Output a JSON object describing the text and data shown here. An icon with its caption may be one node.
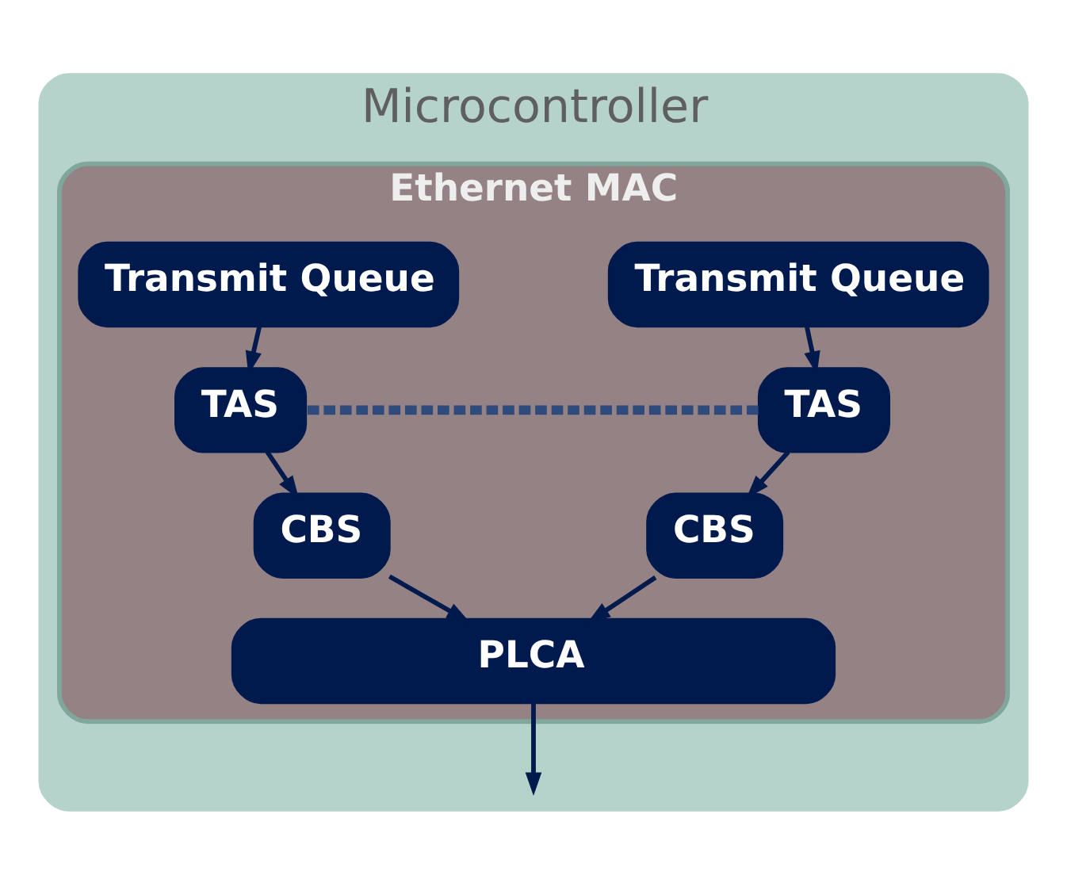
{
  "diagram": {
    "nodes": [
      {
        "text": [
          "Microcontroller"
        ]
      },
      {
        "text": [
          "Ethernet MAC"
        ],
        "in": 0
      },
      {
        "text": [
          "Transmit Queue"
        ],
        "in": 1
      },
      {
        "text": [
          "TAS"
        ],
        "in": 1
      },
      {
        "text": [
          "CBS"
        ],
        "in": 1
      },
      {
        "text": [
          "Transmit Queue"
        ],
        "in": 1
      },
      {
        "text": [
          "TAS"
        ],
        "in": 1
      },
      {
        "text": [
          "CBS"
        ],
        "in": 1
      },
      {
        "text": [
          "PLCA"
        ],
        "in": 1
      }
    ],
    "edges": [
      {
        "from": 2,
        "to": 3,
        "arrow": "to"
      },
      {
        "from": 3,
        "to": 4,
        "arrow": "to"
      },
      {
        "from": 4,
        "to": 8,
        "arrow": "to"
      },
      {
        "from": 5,
        "to": 6,
        "arrow": "to"
      },
      {
        "from": 6,
        "to": 7,
        "arrow": "to"
      },
      {
        "from": 7,
        "to": 8,
        "arrow": "to"
      },
      {
        "from": 3,
        "to": 6,
        "arrow": "none",
        "style": "dashed",
        "color": "#2f4b7c"
      },
      {
        "from": 8,
        "to": null,
        "arrow": "to"
      }
    ]
  }
}
